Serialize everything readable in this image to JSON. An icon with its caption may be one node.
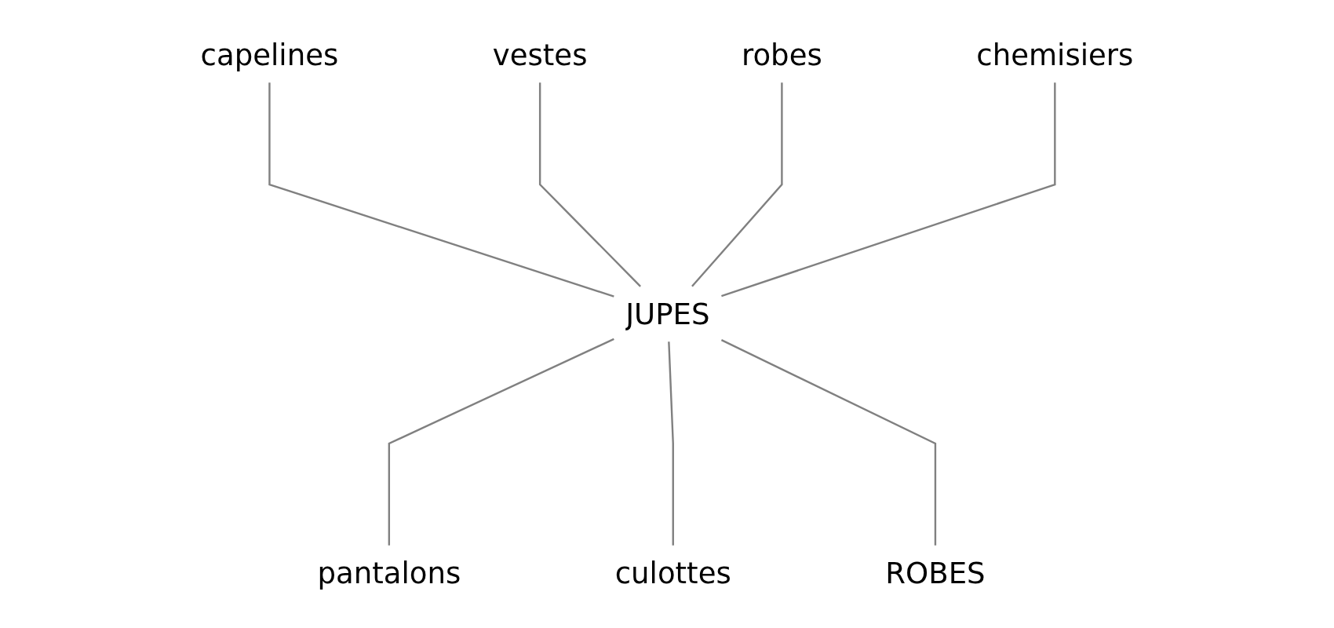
{
  "diagram": {
    "nodes": [
      {
        "text": [
          "capelines"
        ]
      },
      {
        "text": [
          "vestes"
        ]
      },
      {
        "text": [
          "robes"
        ]
      },
      {
        "text": [
          "chemisiers"
        ]
      },
      {
        "text": [
          "JUPES"
        ]
      },
      {
        "text": [
          "pantalons"
        ]
      },
      {
        "text": [
          "culottes"
        ]
      },
      {
        "text": [
          "ROBES"
        ]
      }
    ],
    "edges": [
      {
        "from": 0,
        "to": 4,
        "arrow": "none"
      },
      {
        "from": 1,
        "to": 4,
        "arrow": "none"
      },
      {
        "from": 2,
        "to": 4,
        "arrow": "none"
      },
      {
        "from": 3,
        "to": 4,
        "arrow": "none"
      },
      {
        "from": 4,
        "to": 5,
        "arrow": "none"
      },
      {
        "from": 4,
        "to": 6,
        "arrow": "none"
      },
      {
        "from": 4,
        "to": 7,
        "arrow": "none"
      }
    ]
  }
}
